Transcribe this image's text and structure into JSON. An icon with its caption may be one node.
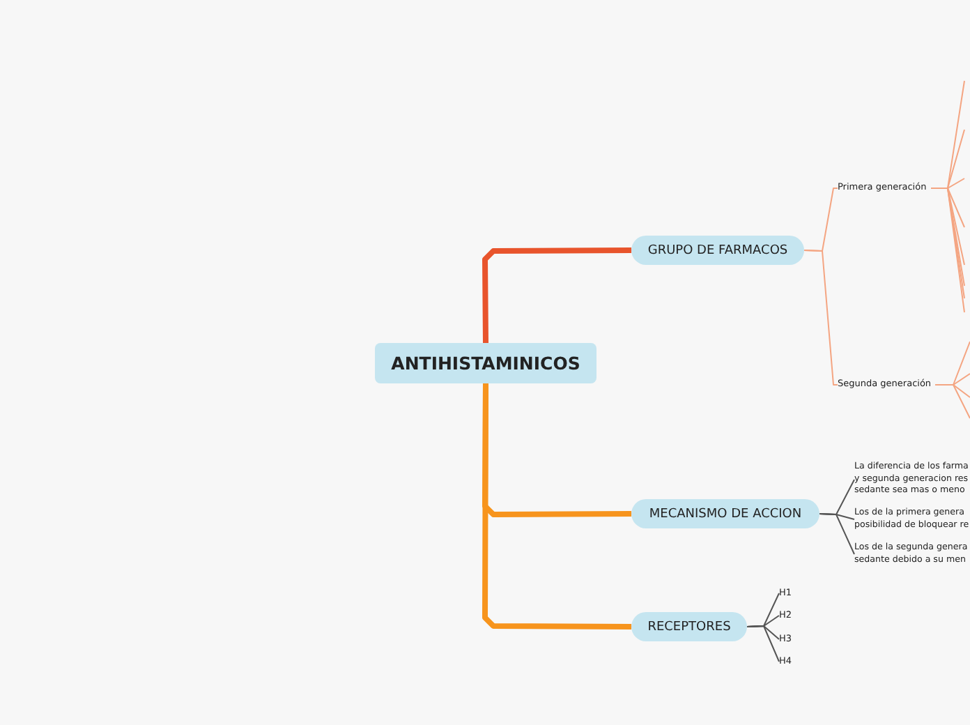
{
  "diagram": {
    "nodes": [
      {
        "text": [
          "ANTIHISTAMINICOS"
        ]
      },
      {
        "text": [
          "GRUPO DE FARMACOS"
        ]
      },
      {
        "text": [
          "Primera generación"
        ]
      },
      {
        "text": [
          "Segunda generación"
        ]
      },
      {
        "text": [
          "MECANISMO DE ACCION"
        ]
      },
      {
        "text": [
          "La diferencia de los farma y segunda generacion res sedante sea mas o meno"
        ]
      },
      {
        "text": [
          "Los de la primera genera posibilidad de bloquear re"
        ]
      },
      {
        "text": [
          "Los de la segunda genera sedante debido a su men"
        ]
      },
      {
        "text": [
          "RECEPTORES"
        ]
      },
      {
        "text": [
          "H1"
        ]
      },
      {
        "text": [
          "H2"
        ]
      },
      {
        "text": [
          "H3"
        ]
      },
      {
        "text": [
          "H4"
        ]
      }
    ],
    "edges": [
      {
        "from": 0,
        "to": 1,
        "arrow": "none",
        "style": "thick",
        "color": "#e8542c"
      },
      {
        "from": 0,
        "to": 4,
        "arrow": "none",
        "style": "thick",
        "color": "#f7941d"
      },
      {
        "from": 0,
        "to": 8,
        "arrow": "none",
        "style": "thick",
        "color": "#f7941d"
      },
      {
        "from": 1,
        "to": 2,
        "arrow": "none"
      },
      {
        "from": 1,
        "to": 3,
        "arrow": "none"
      },
      {
        "from": 2,
        "to": null,
        "arrow": "none"
      },
      {
        "from": 2,
        "to": null,
        "arrow": "none"
      },
      {
        "from": 2,
        "to": null,
        "arrow": "none"
      },
      {
        "from": 2,
        "to": null,
        "arrow": "none"
      },
      {
        "from": 2,
        "to": null,
        "arrow": "none"
      },
      {
        "from": 2,
        "to": null,
        "arrow": "none"
      },
      {
        "from": 2,
        "to": null,
        "arrow": "none"
      },
      {
        "from": 2,
        "to": null,
        "arrow": "none"
      },
      {
        "from": 3,
        "to": null,
        "arrow": "none"
      },
      {
        "from": 3,
        "to": null,
        "arrow": "none"
      },
      {
        "from": 3,
        "to": null,
        "arrow": "none"
      },
      {
        "from": 3,
        "to": null,
        "arrow": "none"
      },
      {
        "from": 4,
        "to": 5,
        "arrow": "none",
        "color": "#555555"
      },
      {
        "from": 4,
        "to": 6,
        "arrow": "none",
        "color": "#555555"
      },
      {
        "from": 4,
        "to": 7,
        "arrow": "none",
        "color": "#555555"
      },
      {
        "from": 8,
        "to": 9,
        "arrow": "none",
        "color": "#555555"
      },
      {
        "from": 8,
        "to": 10,
        "arrow": "none",
        "color": "#555555"
      },
      {
        "from": 8,
        "to": 11,
        "arrow": "none",
        "color": "#555555"
      },
      {
        "from": 8,
        "to": 12,
        "arrow": "none",
        "color": "#555555"
      }
    ]
  }
}
